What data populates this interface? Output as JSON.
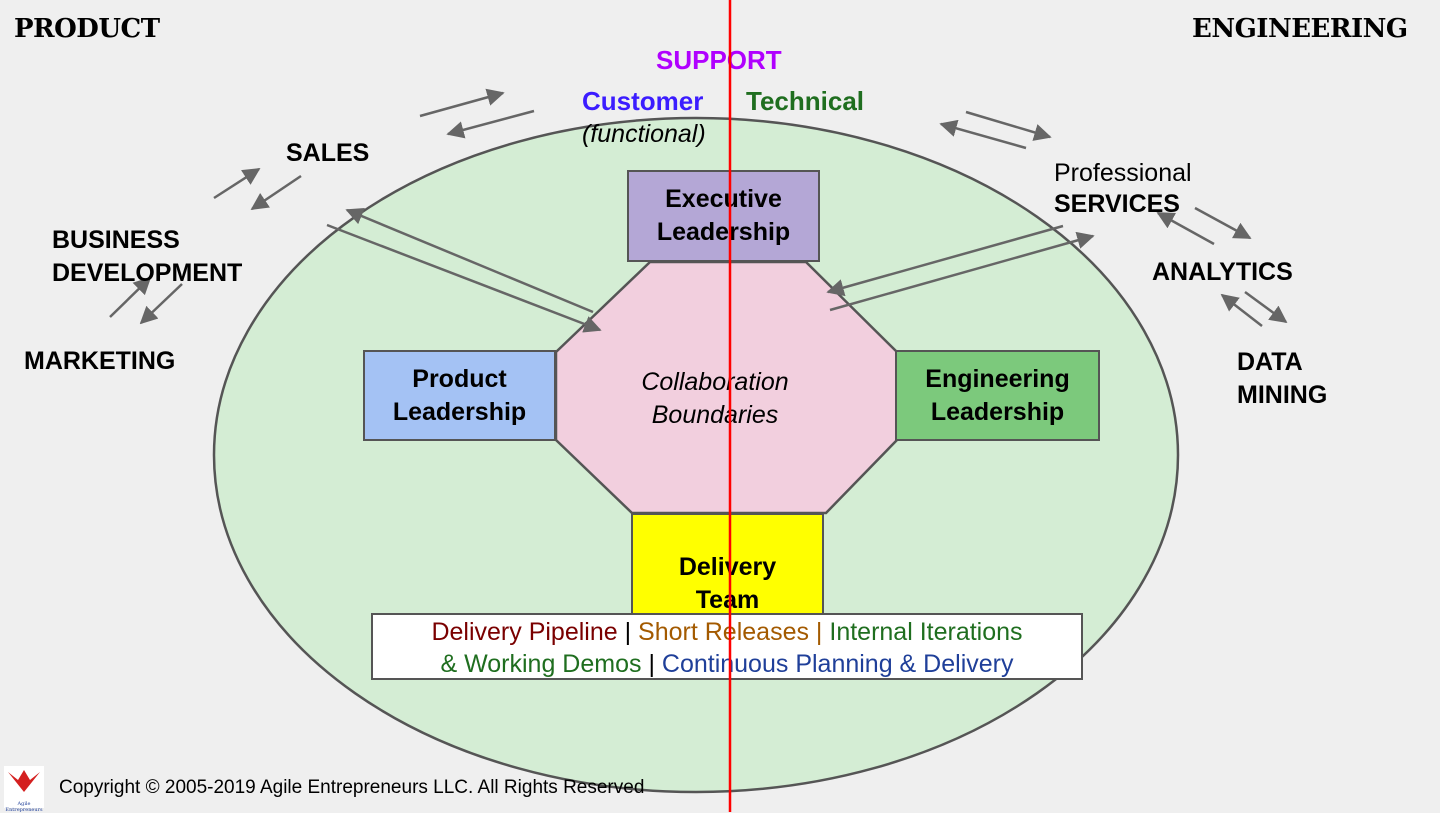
{
  "headers": {
    "product": "PRODUCT",
    "engineering": "ENGINEERING"
  },
  "support": {
    "title": "SUPPORT",
    "customer": "Customer",
    "functional": "(functional)",
    "technical": "Technical"
  },
  "left_labels": {
    "sales": "SALES",
    "business": "BUSINESS",
    "development": "DEVELOPMENT",
    "marketing": "MARKETING"
  },
  "right_labels": {
    "professional": "Professional",
    "services": "SERVICES",
    "analytics": "ANALYTICS",
    "data": "DATA",
    "mining": "MINING"
  },
  "boxes": {
    "executive": [
      "Executive",
      "Leadership"
    ],
    "product": [
      "Product",
      "Leadership"
    ],
    "engineering": [
      "Engineering",
      "Leadership"
    ],
    "delivery": [
      "Delivery",
      "Team"
    ]
  },
  "center": [
    "Collaboration",
    "Boundaries"
  ],
  "pipeline": {
    "part1": "Delivery Pipeline",
    "sep1": " | ",
    "part2": "Short Releases |",
    "part3": " Internal Iterations",
    "part4": "& Working Demos",
    "sep2": " | ",
    "part5": "Continuous Planning & Delivery"
  },
  "copyright": "Copyright © 2005-2019 Agile Entrepreneurs LLC. All Rights Reserved",
  "logo_text": "Agile Entrepreneurs",
  "colors": {
    "background": "#efefef",
    "ellipse": "#d4edd4",
    "octagon": "#f2cfde",
    "executive": "#b4a7d6",
    "product": "#a4c2f4",
    "engineering": "#7cc97c",
    "delivery": "#ffff00",
    "divider": "#ff0000",
    "support": "#b000ff",
    "customer": "#3b1cff",
    "technical": "#1f6e1f",
    "pipeline1": "#7a0000",
    "pipeline2": "#a35a00",
    "pipeline3": "#1f6e1f",
    "pipeline5": "#1f3f99",
    "arrow": "#666666"
  }
}
